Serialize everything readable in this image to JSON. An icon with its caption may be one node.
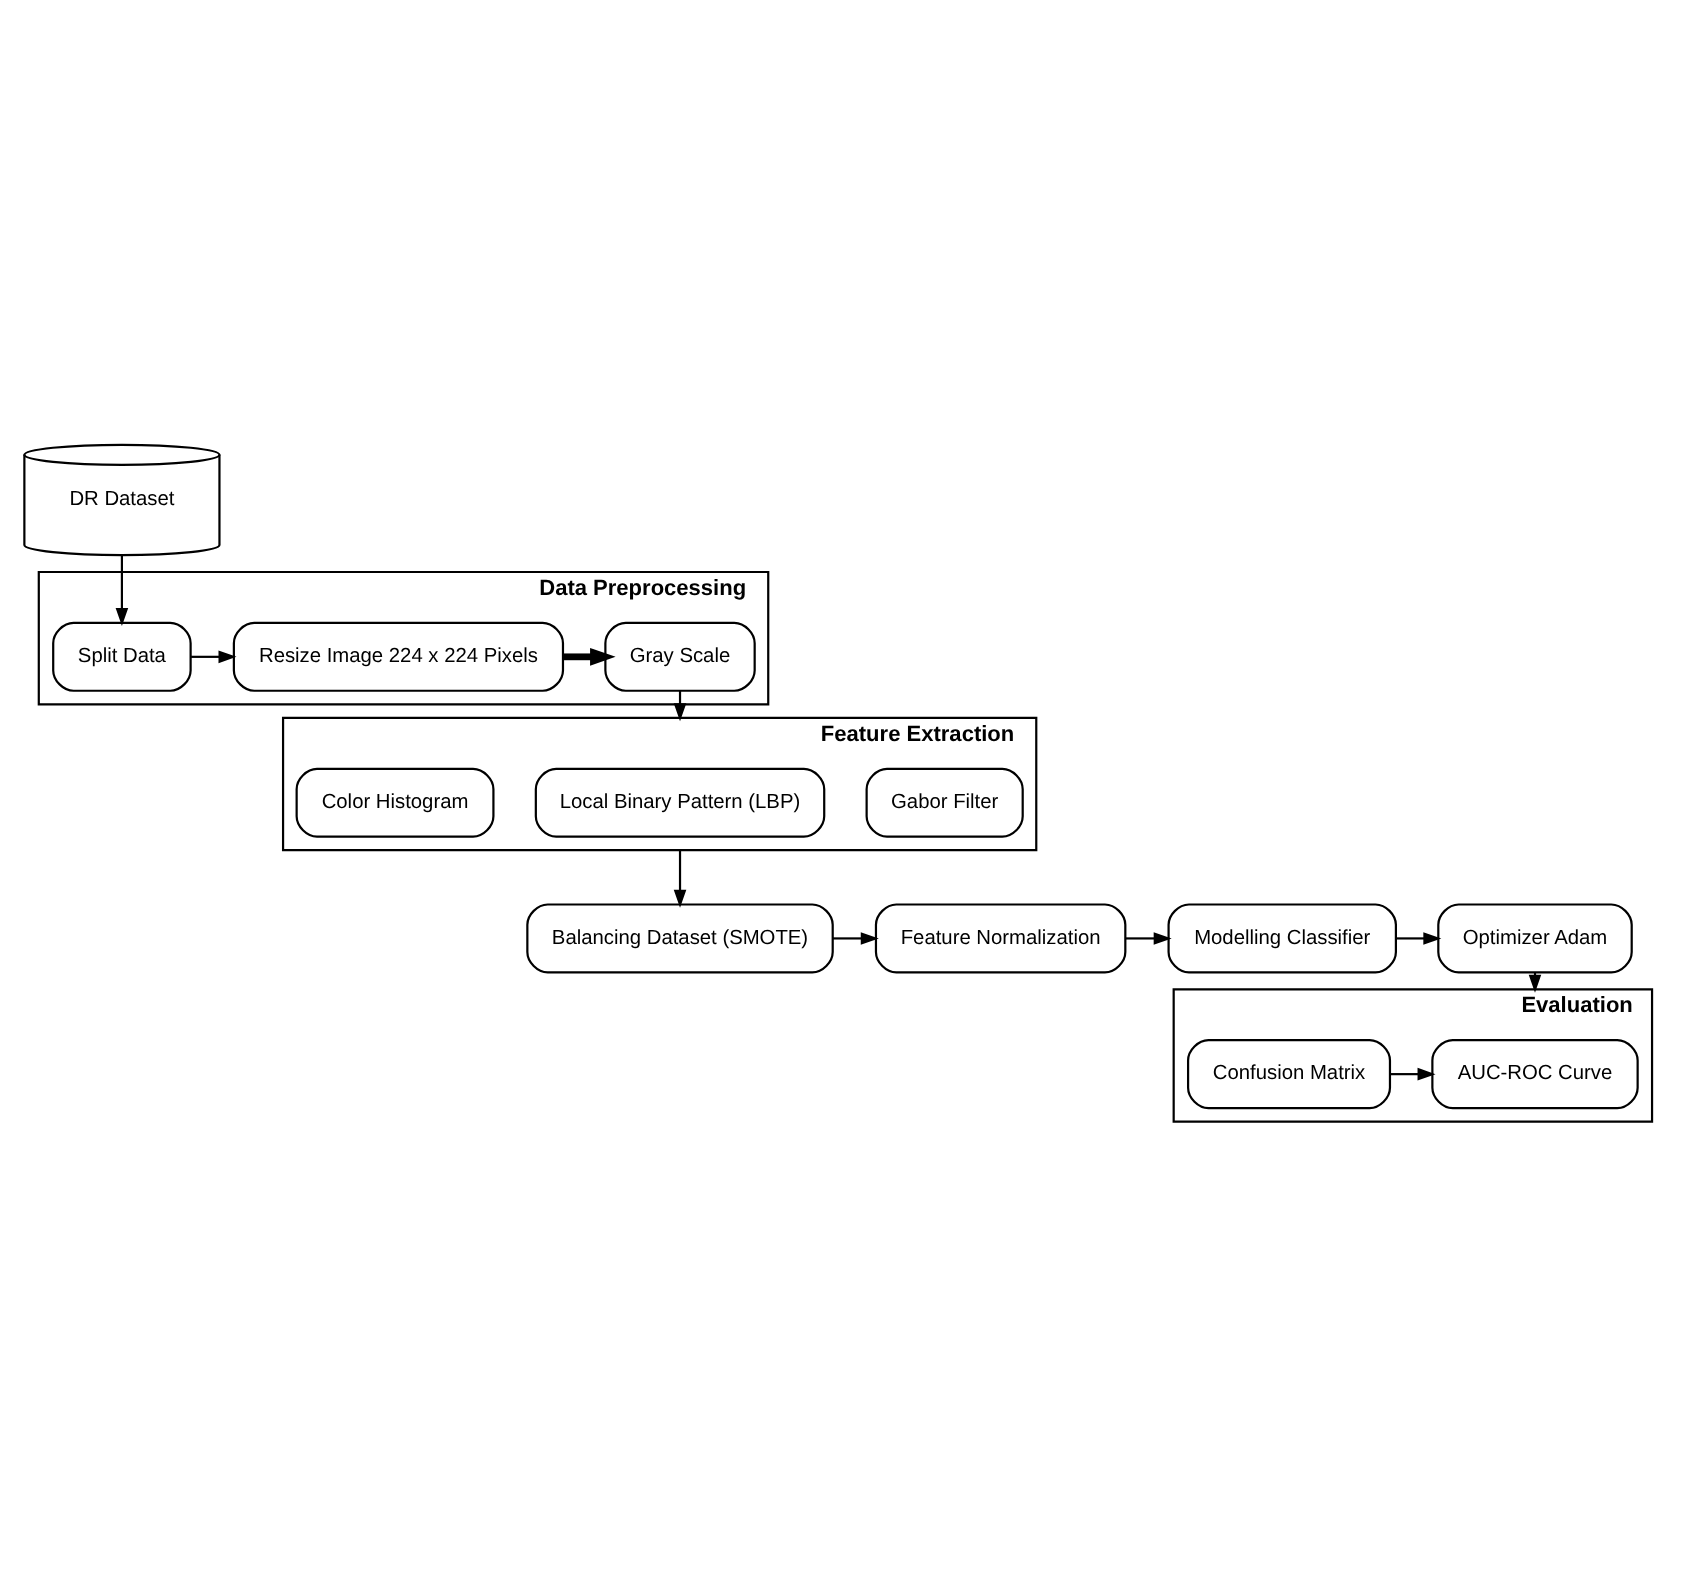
{
  "diagram": {
    "nodes": [
      {
        "text": [
          "DR Dataset"
        ]
      },
      {
        "text": [
          "Data Preprocessing"
        ]
      },
      {
        "text": [
          "Split Data"
        ],
        "in": 1
      },
      {
        "text": [
          "Resize Image 224 x 224 Pixels"
        ],
        "in": 1
      },
      {
        "text": [
          "Gray Scale"
        ],
        "in": 1
      },
      {
        "text": [
          "Feature Extraction"
        ]
      },
      {
        "text": [
          "Gabor Filter"
        ],
        "in": 5
      },
      {
        "text": [
          "Local Binary Pattern (LBP)"
        ],
        "in": 5
      },
      {
        "text": [
          "Color Histogram"
        ],
        "in": 5
      },
      {
        "text": [
          "Balancing Dataset (SMOTE)"
        ]
      },
      {
        "text": [
          "Feature Normalization"
        ]
      },
      {
        "text": [
          "Modelling Classifier"
        ]
      },
      {
        "text": [
          "Optimizer Adam"
        ]
      },
      {
        "text": [
          "Evaluation"
        ]
      },
      {
        "text": [
          "Confusion Matrix"
        ],
        "in": 13
      },
      {
        "text": [
          "AUC-ROC Curve"
        ],
        "in": 13
      }
    ],
    "edges": [
      {
        "from": 0,
        "to": 2,
        "arrow": "to"
      },
      {
        "from": 2,
        "to": 3,
        "arrow": "to"
      },
      {
        "from": 3,
        "to": 4,
        "arrow": "to",
        "style": "thick"
      },
      {
        "from": 4,
        "to": 5,
        "arrow": "to"
      },
      {
        "from": 5,
        "to": 9,
        "arrow": "to"
      },
      {
        "from": 9,
        "to": 10,
        "arrow": "to"
      },
      {
        "from": 10,
        "to": 11,
        "arrow": "to"
      },
      {
        "from": 11,
        "to": 12,
        "arrow": "to"
      },
      {
        "from": 12,
        "to": 13,
        "arrow": "to"
      },
      {
        "from": 14,
        "to": 15,
        "arrow": "to"
      }
    ]
  }
}
